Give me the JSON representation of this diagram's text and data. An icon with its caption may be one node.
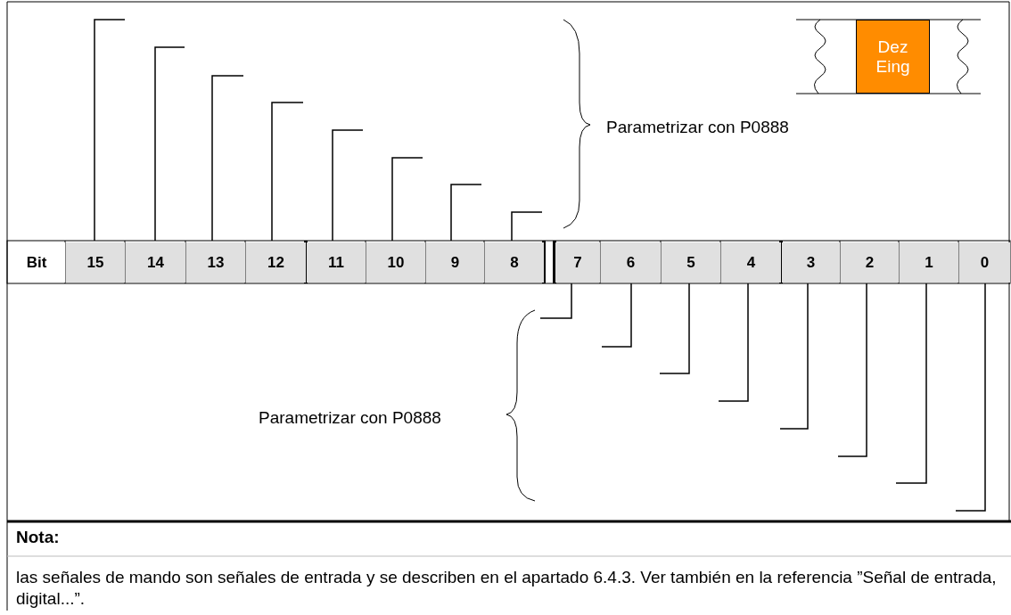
{
  "diagram": {
    "nodes": [
      {
        "text": [
          "Dez Eing"
        ]
      }
    ],
    "labels": [
      "Bit",
      "15",
      "14",
      "13",
      "12",
      "11",
      "10",
      "9",
      "8",
      "7",
      "6",
      "5",
      "4",
      "3",
      "2",
      "1",
      "0",
      "Parametrizar con P0888",
      "Parametrizar con P0888",
      "Nota:",
      "las señales de mando son señales de entrada y se describen en el apartado 6.4.3. Ver también en la referencia ”Señal de entrada, digital...”."
    ]
  }
}
